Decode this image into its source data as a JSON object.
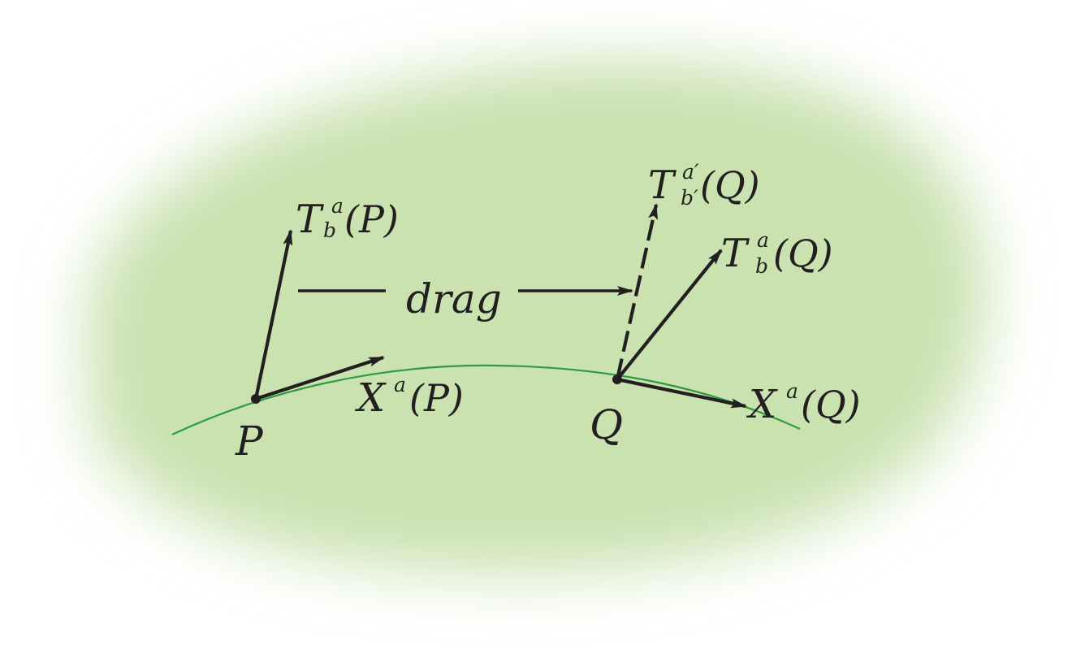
{
  "colors": {
    "region_fill": "#c9e2b0",
    "curve": "#2f9b3e",
    "ink": "#231f20",
    "background": "#ffffff"
  },
  "labels": {
    "point_p": "P",
    "point_q": "Q",
    "drag": "drag",
    "tensor_p": {
      "base": "T",
      "sup": "a",
      "sub": "b",
      "paren": "(P)"
    },
    "vector_p": {
      "base": "X",
      "sup": "a",
      "paren": "(P)"
    },
    "tensor_q_dragged": {
      "base": "T",
      "sup": "a′",
      "sub": "b′",
      "paren": "(Q)"
    },
    "tensor_q": {
      "base": "T",
      "sup": "a",
      "sub": "b",
      "paren": "(Q)"
    },
    "vector_q": {
      "base": "X",
      "sup": "a",
      "paren": "(Q)"
    }
  }
}
